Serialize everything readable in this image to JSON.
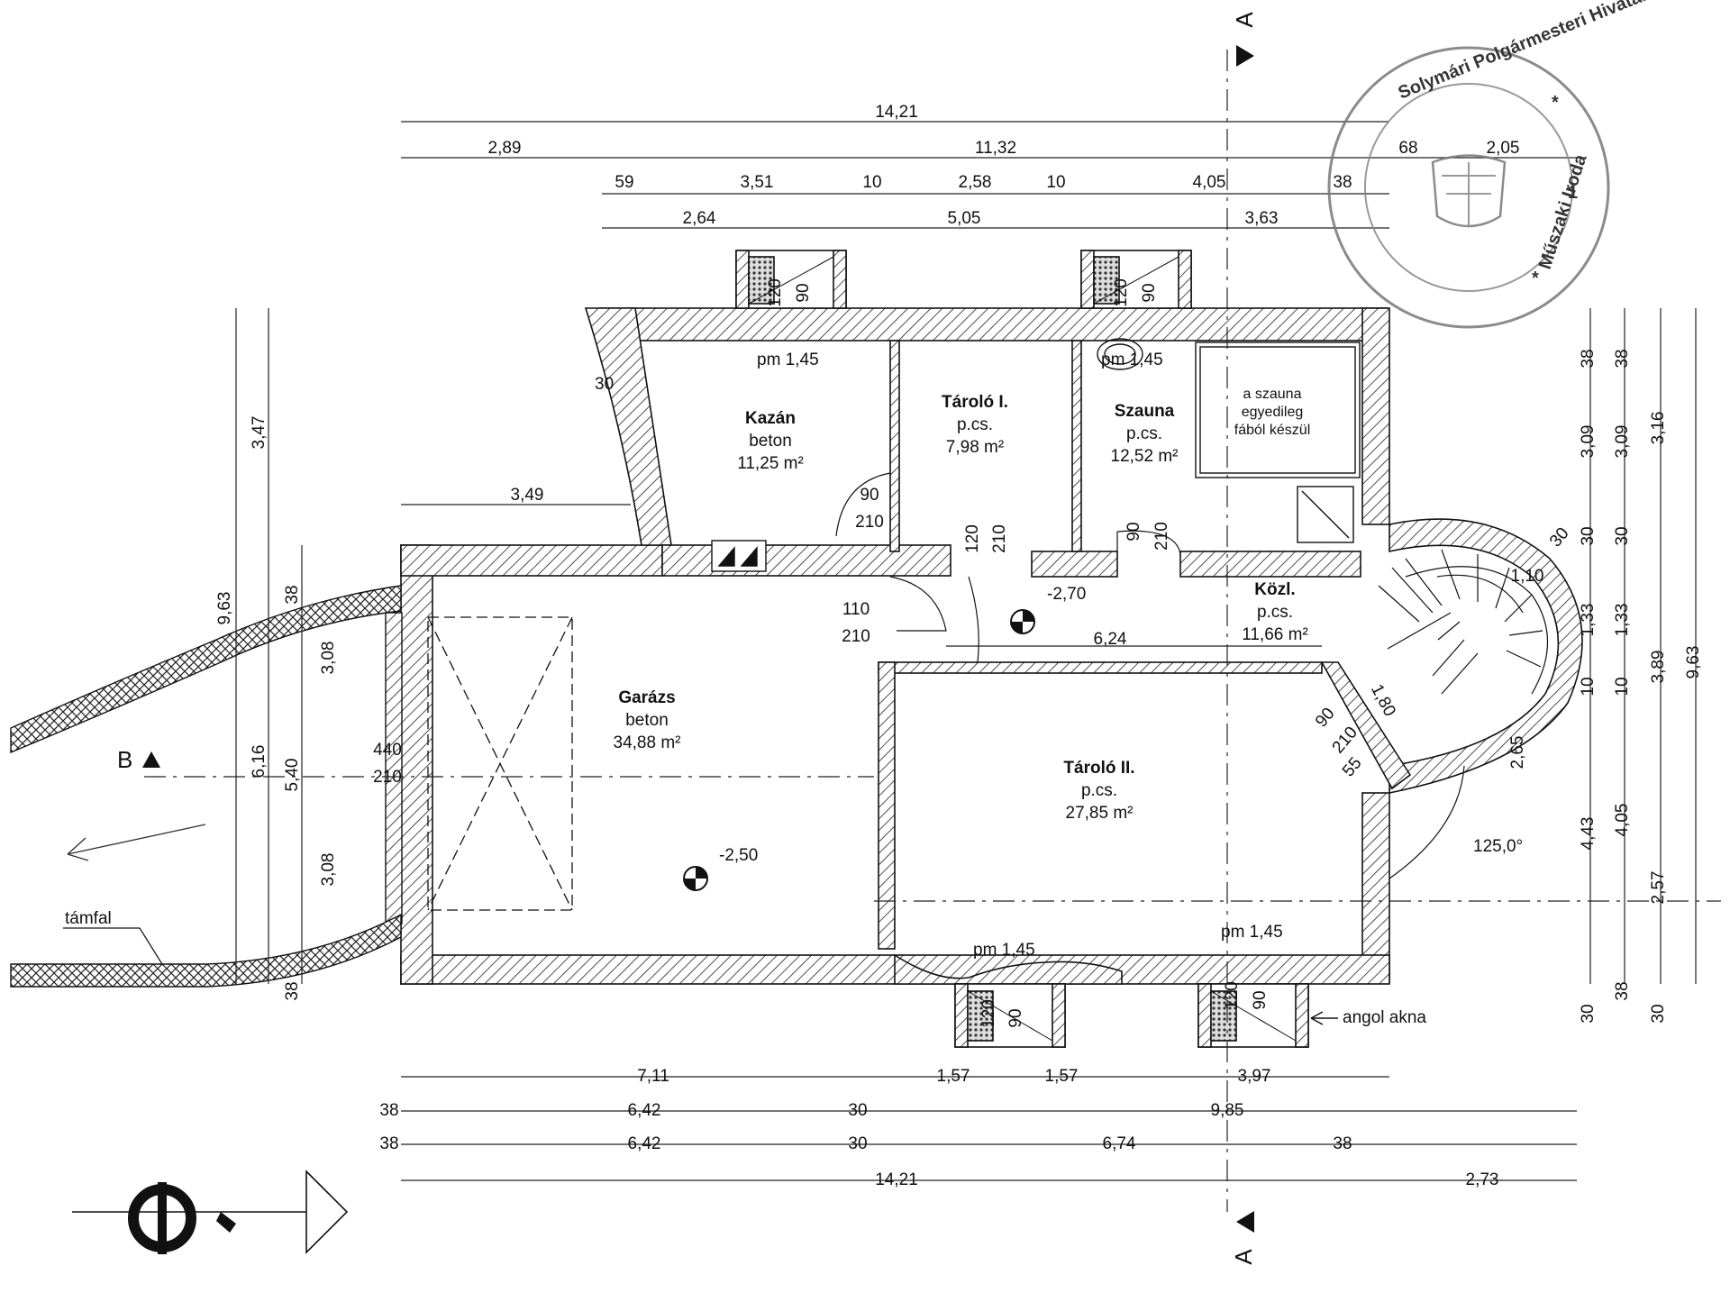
{
  "rooms": {
    "kazan": {
      "name": "Kazán",
      "floor": "beton",
      "area": "11,25 m²"
    },
    "tarolo1": {
      "name": "Tároló I.",
      "floor": "p.cs.",
      "area": "7,98 m²"
    },
    "szauna": {
      "name": "Szauna",
      "floor": "p.cs.",
      "area": "12,52 m²"
    },
    "kozl": {
      "name": "Közl.",
      "floor": "p.cs.",
      "area": "11,66 m²"
    },
    "garazs": {
      "name": "Garázs",
      "floor": "beton",
      "area": "34,88 m²"
    },
    "tarolo2": {
      "name": "Tároló II.",
      "floor": "p.cs.",
      "area": "27,85 m²"
    }
  },
  "sauna_note": [
    "a szauna",
    "egyedileg",
    "fából készül"
  ],
  "levels": {
    "pm_kazan": "pm 1,45",
    "pm_szauna": "pm 1,45",
    "pm_bottom_left": "pm 1,45",
    "pm_bottom_right": "pm 1,45",
    "lvl_corridor": "-2,70",
    "lvl_garage": "-2,50"
  },
  "labels": {
    "tamfal": "támfal",
    "angol_akna": "angol akna",
    "angle": "125,0°",
    "section_a": "A",
    "section_b": "B"
  },
  "dims_top": [
    "14,21",
    "2,89",
    "11,32",
    "68",
    "2,05",
    "59",
    "3,51",
    "10",
    "2,58",
    "10",
    "4,05",
    "38",
    "2,64",
    "5,05",
    "3,63"
  ],
  "dims_bottom": [
    "7,11",
    "1,57",
    "1,57",
    "3,97",
    "38",
    "6,42",
    "30",
    "9,85",
    "38",
    "6,42",
    "30",
    "6,74",
    "38",
    "14,21",
    "2,73"
  ],
  "dims_left": [
    "3,47",
    "9,63",
    "6,16",
    "38",
    "3,08",
    "5,40",
    "3,08",
    "38",
    "3,49"
  ],
  "dims_right": [
    "38",
    "3,09",
    "30",
    "1,33",
    "10",
    "4,43",
    "30",
    "38",
    "3,09",
    "30",
    "1,33",
    "10",
    "4,05",
    "38",
    "3,16",
    "3,89",
    "2,57",
    "30",
    "9,63"
  ],
  "openings": [
    "30",
    "120",
    "90",
    "120",
    "90",
    "90",
    "210",
    "120",
    "210",
    "90",
    "210",
    "110",
    "210",
    "440",
    "210",
    "6,24",
    "1,10",
    "30",
    "90",
    "210",
    "1,80",
    "55",
    "2,65",
    "120",
    "90",
    "120",
    "90"
  ],
  "stamp": {
    "outer_text": "Solymári Polgármesteri Hivatal",
    "inner_text": "Műszaki Iroda",
    "star": "*",
    "mark": "1"
  }
}
